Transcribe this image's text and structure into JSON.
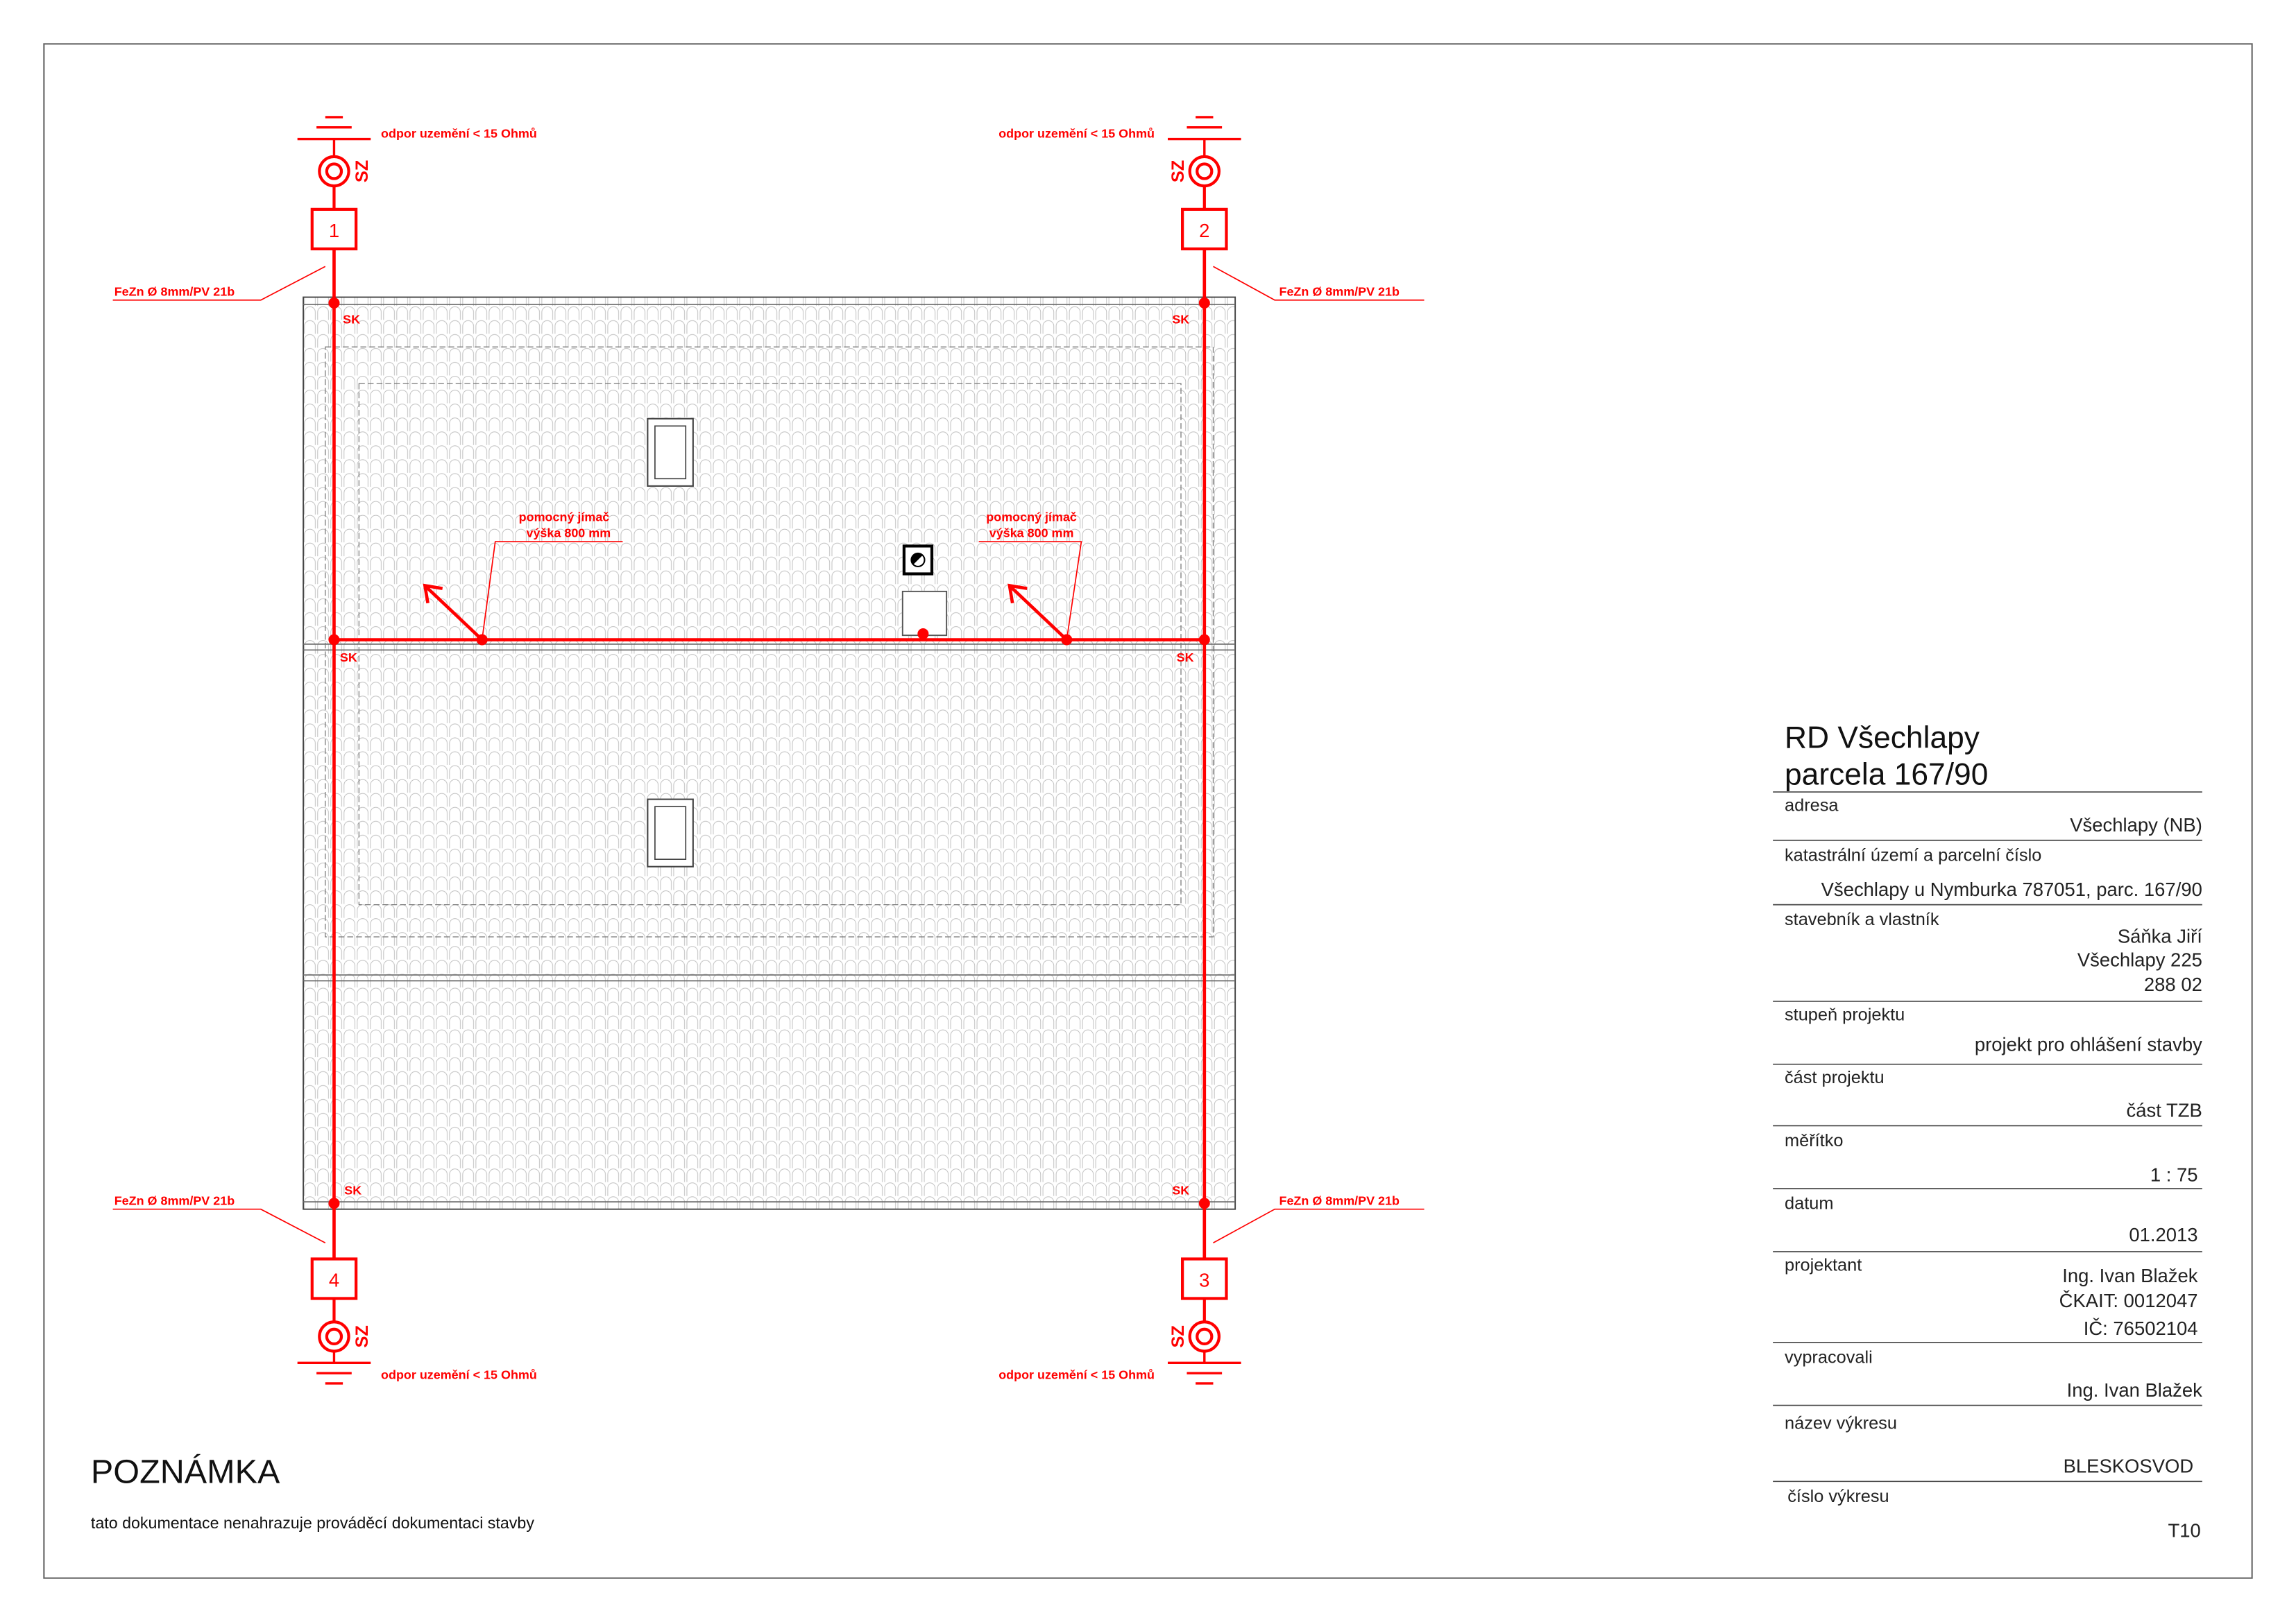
{
  "drawing": {
    "grounding_points": [
      {
        "number": "1",
        "electrode": "SZ",
        "resistance_note": "odpor uzemění < 15 Ohmů",
        "conductor_note": "FeZn Ø 8mm/PV 21b"
      },
      {
        "number": "2",
        "electrode": "SZ",
        "resistance_note": "odpor uzemění < 15 Ohmů",
        "conductor_note": "FeZn Ø 8mm/PV 21b"
      },
      {
        "number": "3",
        "electrode": "SZ",
        "resistance_note": "odpor uzemění < 15 Ohmů",
        "conductor_note": "FeZn Ø 8mm/PV 21b"
      },
      {
        "number": "4",
        "electrode": "SZ",
        "resistance_note": "odpor uzemění < 15 Ohmů",
        "conductor_note": "FeZn Ø 8mm/PV 21b"
      }
    ],
    "test_joint_labels": [
      "SK",
      "SK",
      "SK",
      "SK",
      "SK",
      "SK"
    ],
    "auxiliary_rods": [
      {
        "label": "pomocný jímač",
        "height": "výška 800 mm"
      },
      {
        "label": "pomocný jímač",
        "height": "výška 800 mm"
      }
    ],
    "icons": {
      "earth": "ground-symbol-icon",
      "electrode": "earth-electrode-icon",
      "vent": "vent-icon",
      "roof_window": "roof-window-icon",
      "rod_arrow": "arrow-icon"
    },
    "colors": {
      "lightning_protection": "#ff0000",
      "outline": "#6a6a6a",
      "text": "#222222"
    }
  },
  "note": {
    "heading": "POZNÁMKA",
    "text": "tato dokumentace nenahrazuje prováděcí dokumentaci stavby"
  },
  "title_block": {
    "project_name": "RD Všechlapy",
    "plot": "parcela 167/90",
    "address_label": "adresa",
    "address_value": "Všechlapy (NB)",
    "cadastre_label": "katastrální území a parcelní číslo",
    "cadastre_value": "Všechlapy u Nymburka 787051, parc. 167/90",
    "owner_label": "stavebník a vlastník",
    "owner_lines": [
      "Sáňka Jiří",
      "Všechlapy 225",
      "288 02"
    ],
    "stage_label": "stupeň projektu",
    "stage_value": "projekt pro ohlášení stavby",
    "part_label": "část projektu",
    "part_value": "část TZB",
    "scale_label": "měřítko",
    "scale_value": "1 : 75",
    "date_label": "datum",
    "date_value": "01.2013",
    "designer_label": "projektant",
    "designer_lines": [
      "Ing. Ivan Blažek",
      "ČKAIT: 0012047",
      "IČ: 76502104"
    ],
    "drawn_by_label": "vypracovali",
    "drawn_by_value": "Ing. Ivan Blažek",
    "drawing_name_label": "název výkresu",
    "drawing_name_value": "BLESKOSVOD",
    "drawing_number_label": "číslo výkresu",
    "drawing_number_value": "T10"
  }
}
